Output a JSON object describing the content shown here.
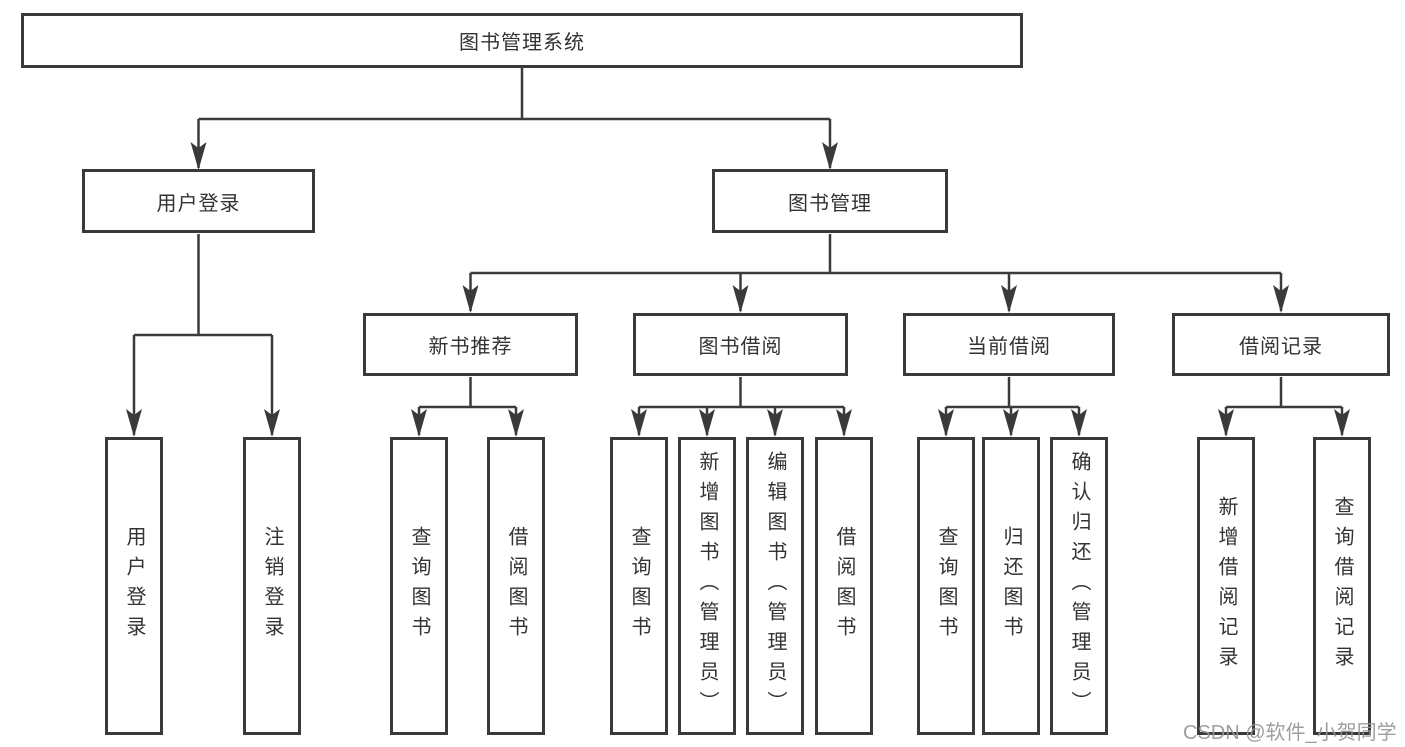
{
  "watermark": {
    "text": "CSDN @软件_小贺同学"
  },
  "colors": {
    "line": "#3a3a3a",
    "box_border": "#3a3a3a",
    "text": "#333333",
    "box_background": "#ffffff",
    "page_background": "#ffffff",
    "watermark": "#969696"
  },
  "tree": {
    "label": "图书管理系统",
    "children": [
      {
        "label": "用户登录",
        "children": [
          {
            "label": "用户登录"
          },
          {
            "label": "注销登录"
          }
        ]
      },
      {
        "label": "图书管理",
        "children": [
          {
            "label": "新书推荐",
            "children": [
              {
                "label": "查询图书"
              },
              {
                "label": "借阅图书"
              }
            ]
          },
          {
            "label": "图书借阅",
            "children": [
              {
                "label": "查询图书"
              },
              {
                "label": "新增图书（管理员）"
              },
              {
                "label": "编辑图书（管理员）"
              },
              {
                "label": "借阅图书"
              }
            ]
          },
          {
            "label": "当前借阅",
            "children": [
              {
                "label": "查询图书"
              },
              {
                "label": "归还图书"
              },
              {
                "label": "确认归还（管理员）"
              }
            ]
          },
          {
            "label": "借阅记录",
            "children": [
              {
                "label": "新增借阅记录"
              },
              {
                "label": "查询借阅记录"
              }
            ]
          }
        ]
      }
    ]
  }
}
